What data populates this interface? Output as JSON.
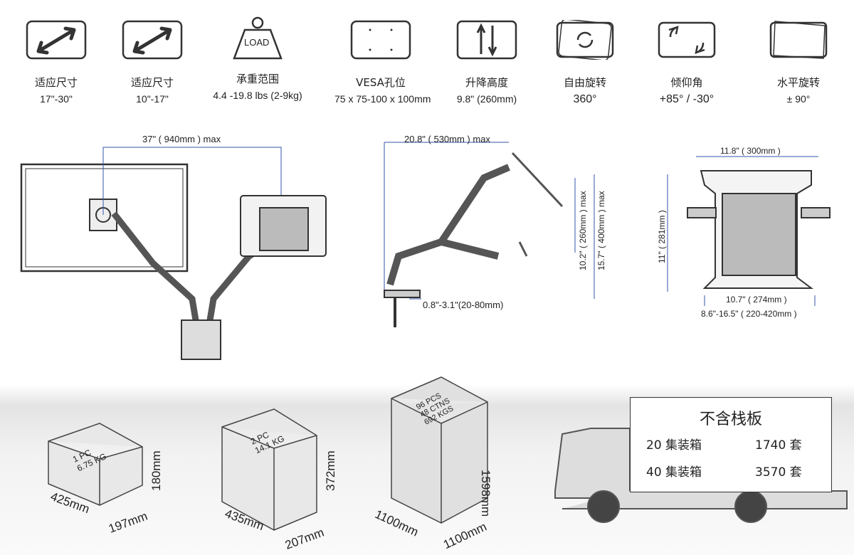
{
  "specs": [
    {
      "icon": "diagonal-arrow-icon",
      "label": "适应尺寸",
      "value": "17\"-30\""
    },
    {
      "icon": "diagonal-arrow-icon",
      "label": "适应尺寸",
      "value": "10\"-17\""
    },
    {
      "icon": "load-weight-icon",
      "label": "承重范围",
      "value": "4.4 -19.8 lbs (2-9kg)",
      "icon_text": "LOAD"
    },
    {
      "icon": "vesa-holes-icon",
      "label": "VESA孔位",
      "value": "75 x 75-100 x 100mm"
    },
    {
      "icon": "up-down-arrows-icon",
      "label": "升降高度",
      "value": "9.8\" (260mm)"
    },
    {
      "icon": "rotate-icon",
      "label": "自由旋转",
      "value": "360°"
    },
    {
      "icon": "tilt-icon",
      "label": "倾仰角",
      "value": "+85°  /  -30°"
    },
    {
      "icon": "swivel-icon",
      "label": "水平旋转",
      "value": "± 90°"
    }
  ],
  "dimensions": {
    "reach": "37\" ( 940mm ) max",
    "side_reach": "20.8\" ( 530mm ) max",
    "height_small": "10.2\" ( 260mm ) max",
    "height_large": "15.7\" ( 400mm ) max",
    "desk_thickness": "0.8\"-3.1\"(20-80mm)",
    "tray_top": "11.8\" ( 300mm )",
    "tray_height": "11\" ( 281mm )",
    "tray_inner": "10.7\" ( 274mm )",
    "tray_range": "8.6\"-16.5\" ( 220-420mm )"
  },
  "packages": [
    {
      "label1": "1 PC",
      "label2": "6.75 KG",
      "height": "180mm",
      "length": "425mm",
      "width": "197mm"
    },
    {
      "label1": "2 PC",
      "label2": "14.1 KG",
      "height": "372mm",
      "length": "435mm",
      "width": "207mm"
    },
    {
      "label1": "96 PCS",
      "label2": "48 CTNS",
      "label3": "692 KGS",
      "height": "1598mm",
      "length": "1100mm",
      "width": "1100mm"
    }
  ],
  "shipping": {
    "title": "不含栈板",
    "rows": [
      {
        "container": "20 集装箱",
        "qty": "1740  套"
      },
      {
        "container": "40 集装箱",
        "qty": "3570  套"
      }
    ]
  }
}
